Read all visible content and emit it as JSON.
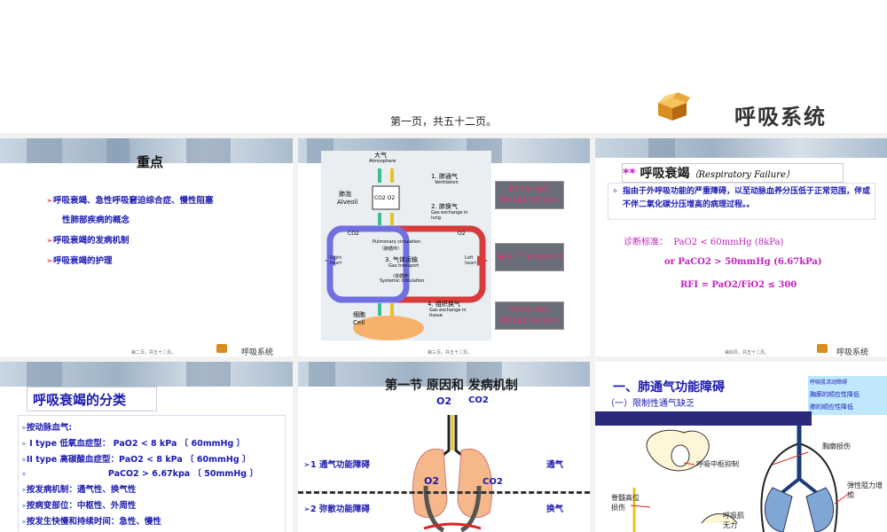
{
  "header": {
    "title": "呼吸系统",
    "page_caption": "第一页，共五十二页。"
  },
  "slide1": {
    "title": "重点",
    "bullets": [
      "呼吸衰竭、急性呼吸窘迫综合症、慢性阻塞",
      "性肺部疾病的概念",
      "呼吸衰竭的发病机制",
      "呼吸衰竭的护理"
    ],
    "footer_page": "第二页，共五十二页。",
    "footer_label": "呼吸系统"
  },
  "slide2": {
    "diagram": {
      "atmosphere_cn": "大气",
      "atmosphere_en": "Atmosphere",
      "co2o2": "CO2 O2",
      "alveoli_cn": "肺泡",
      "alveoli_en": "Alveoli",
      "step1_cn": "1. 肺通气",
      "step1_en": "Ventilation",
      "step2_cn": "2. 肺换气",
      "step2_en": "Gas exchange in lung",
      "co2": "CO2",
      "o2": "O2",
      "pulm_en": "Pulmonary circulation",
      "pulm_cn": "（肺循环）",
      "step3_cn": "3. 气体运输",
      "step3_en": "Gas transport",
      "sys_cn": "（体循环）",
      "sys_en": "Systemic circulation",
      "right_heart": "Right heart",
      "left_heart": "Left heart",
      "step4_cn": "4. 组织换气",
      "step4_en": "Gas exchange in tissue",
      "cell_cn": "细胞",
      "cell_en": "Cell"
    },
    "labels": [
      "External Respiration",
      "Gas Transport",
      "Internal Respiration"
    ],
    "footer_page": "第三页，共五十二页。"
  },
  "slide3": {
    "title_prefix": "** ",
    "title": "呼吸衰竭",
    "title_en": "（Respiratory Failure）",
    "definition": "指由于外呼吸功能的严重障碍，以至动脉血养分压低于正常范围，伴或不伴二氧化碳分压增高的病理过程。。",
    "criteria_label": "诊断标准：",
    "criteria1": "PaO2 < 60mmHg (8kPa)",
    "criteria2": "or PaCO2 > 50mmHg (6.67kPa)",
    "criteria3": "RFI = PaO2/FiO2 ≤ 300",
    "footer_page": "第四页，共五十二页。",
    "footer_label": "呼吸系统"
  },
  "slide4": {
    "title": "呼吸衰竭的分类",
    "lines": [
      "按动脉血气:",
      "I type  低氧血症型：    PaO2 < 8 kPa  〔 60mmHg 〕",
      "II type 高碳酸血症型：PaO2 < 8 kPa  〔 60mmHg 〕",
      "PaCO2 > 6.67kpa  〔 50mmHg 〕",
      "按发病机制：通气性、换气性",
      "按病变部位：中枢性、外周性",
      "按发生快慢和持续时间：急性、慢性"
    ]
  },
  "slide5": {
    "title": "第一节  原因和    发病机制",
    "o2": "O2",
    "co2": "CO2",
    "item1": "1  通气功能障碍",
    "item1_right": "通气",
    "item2": "2 弥散功能障碍",
    "item2_right": "换气"
  },
  "slide6": {
    "title": "一、肺通气功能障碍",
    "subtitle": "（一）限制性通气缺乏",
    "note1": "呼吸肌活动障碍",
    "note2": "胸廓的顺应性降低",
    "note3": "肺的顺应性降低",
    "label_central": "呼吸中枢抑制",
    "label_chest": "胸廓损伤",
    "label_elastic": "弹性阻力增加",
    "label_spinal": "脊髓高位损伤",
    "label_muscle": "呼吸肌无力"
  }
}
